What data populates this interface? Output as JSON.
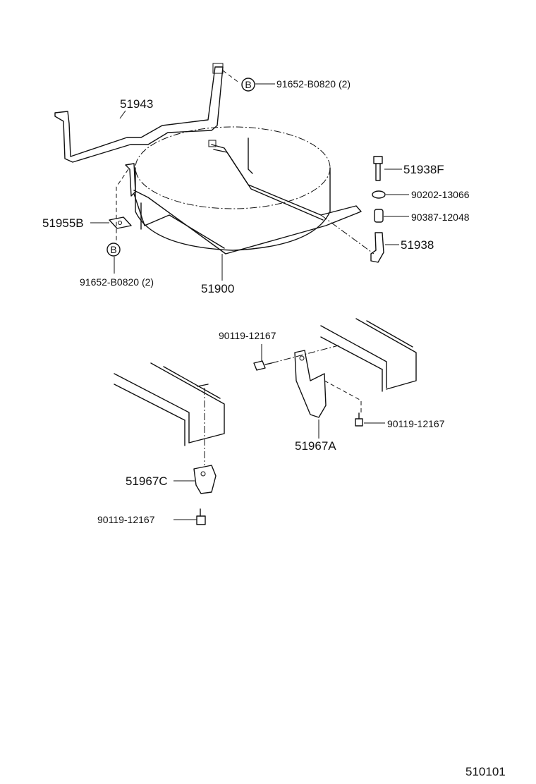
{
  "parts": {
    "p51943": "51943",
    "p91652_top": "91652-B0820 (2)",
    "p91652_bottom": "91652-B0820 (2)",
    "p51955B": "51955B",
    "p51900": "51900",
    "p51938F": "51938F",
    "p90202": "90202-13066",
    "p90387": "90387-12048",
    "p51938": "51938",
    "p90119_top": "90119-12167",
    "p90119_right": "90119-12167",
    "p51967A": "51967A",
    "p51967C": "51967C",
    "p90119_bottom": "90119-12167"
  },
  "markers": {
    "b_top": "B",
    "b_bottom": "B"
  },
  "diagram_code": "510101"
}
